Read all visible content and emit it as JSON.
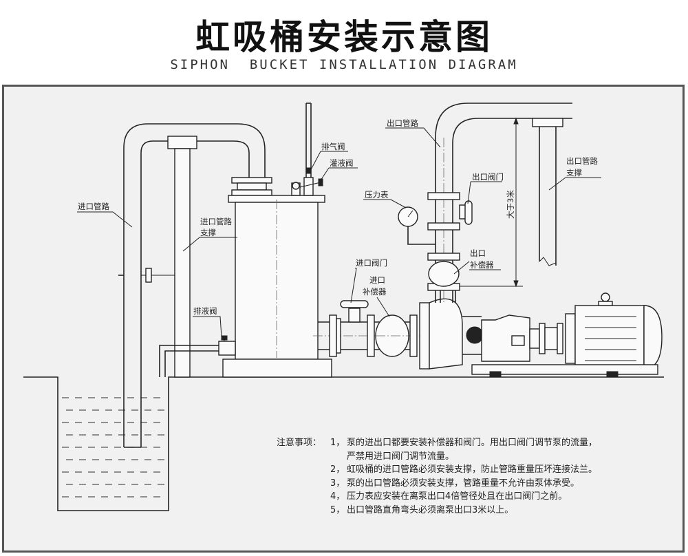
{
  "header": {
    "title": "虹吸桶安装示意图",
    "subtitle": "SIPHON  BUCKET INSTALLATION DIAGRAM"
  },
  "labels": {
    "inlet_pipe": "进口管路",
    "inlet_support_1": "进口管路",
    "inlet_support_2": "支撑",
    "exhaust_valve": "排气阀",
    "fill_valve": "灌液阀",
    "drain_valve": "排液阀",
    "pressure_gauge": "压力表",
    "inlet_valve": "进口阀门",
    "inlet_comp_1": "进口",
    "inlet_comp_2": "补偿器",
    "outlet_pipe": "出口管路",
    "outlet_valve": "出口阀门",
    "outlet_comp_1": "出口",
    "outlet_comp_2": "补偿器",
    "outlet_support_1": "出口管路",
    "outlet_support_2": "支撑",
    "distance": "大于3米"
  },
  "notes": {
    "heading": "注意事项：",
    "items": [
      {
        "num": "1，",
        "lines": [
          "泵的进出口都要安装补偿器和阀门。用出口阀门调节泵的流量，",
          "严禁用进口阀门调节流量。"
        ]
      },
      {
        "num": "2，",
        "lines": [
          "虹吸桶的进口管路必须安装支撑，防止管路重量压坏连接法兰。"
        ]
      },
      {
        "num": "3，",
        "lines": [
          "泵的出口管路必须安装支撑，管路重量不允许由泵体承受。"
        ]
      },
      {
        "num": "4，",
        "lines": [
          "压力表应安装在离泵出口4倍管径处且在出口阀门之前。"
        ]
      },
      {
        "num": "5，",
        "lines": [
          "出口管路直角弯头必须离泵出口3米以上。"
        ]
      }
    ]
  }
}
